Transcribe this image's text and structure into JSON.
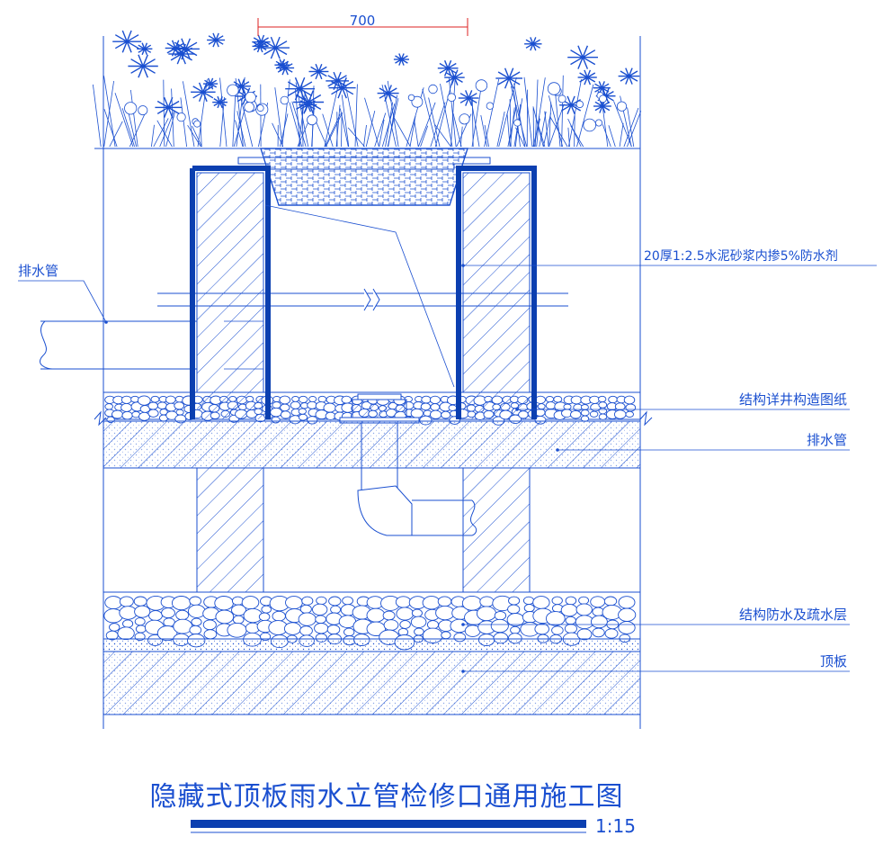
{
  "drawing": {
    "title": "隐藏式顶板雨水立管检修口通用施工图",
    "scale": "1:15",
    "dimension": "700"
  },
  "labels": {
    "left_pipe": "排水管",
    "mortar": "20厚1:2.5水泥砂浆内掺5%防水剂",
    "structure_ref": "结构详井构造图纸",
    "drain_pipe": "排水管",
    "waterproof_layer": "结构防水及疏水层",
    "roof_slab": "顶板"
  },
  "colors": {
    "line": "#1a4fd0",
    "dark": "#0b3fb0",
    "background": "#ffffff"
  }
}
